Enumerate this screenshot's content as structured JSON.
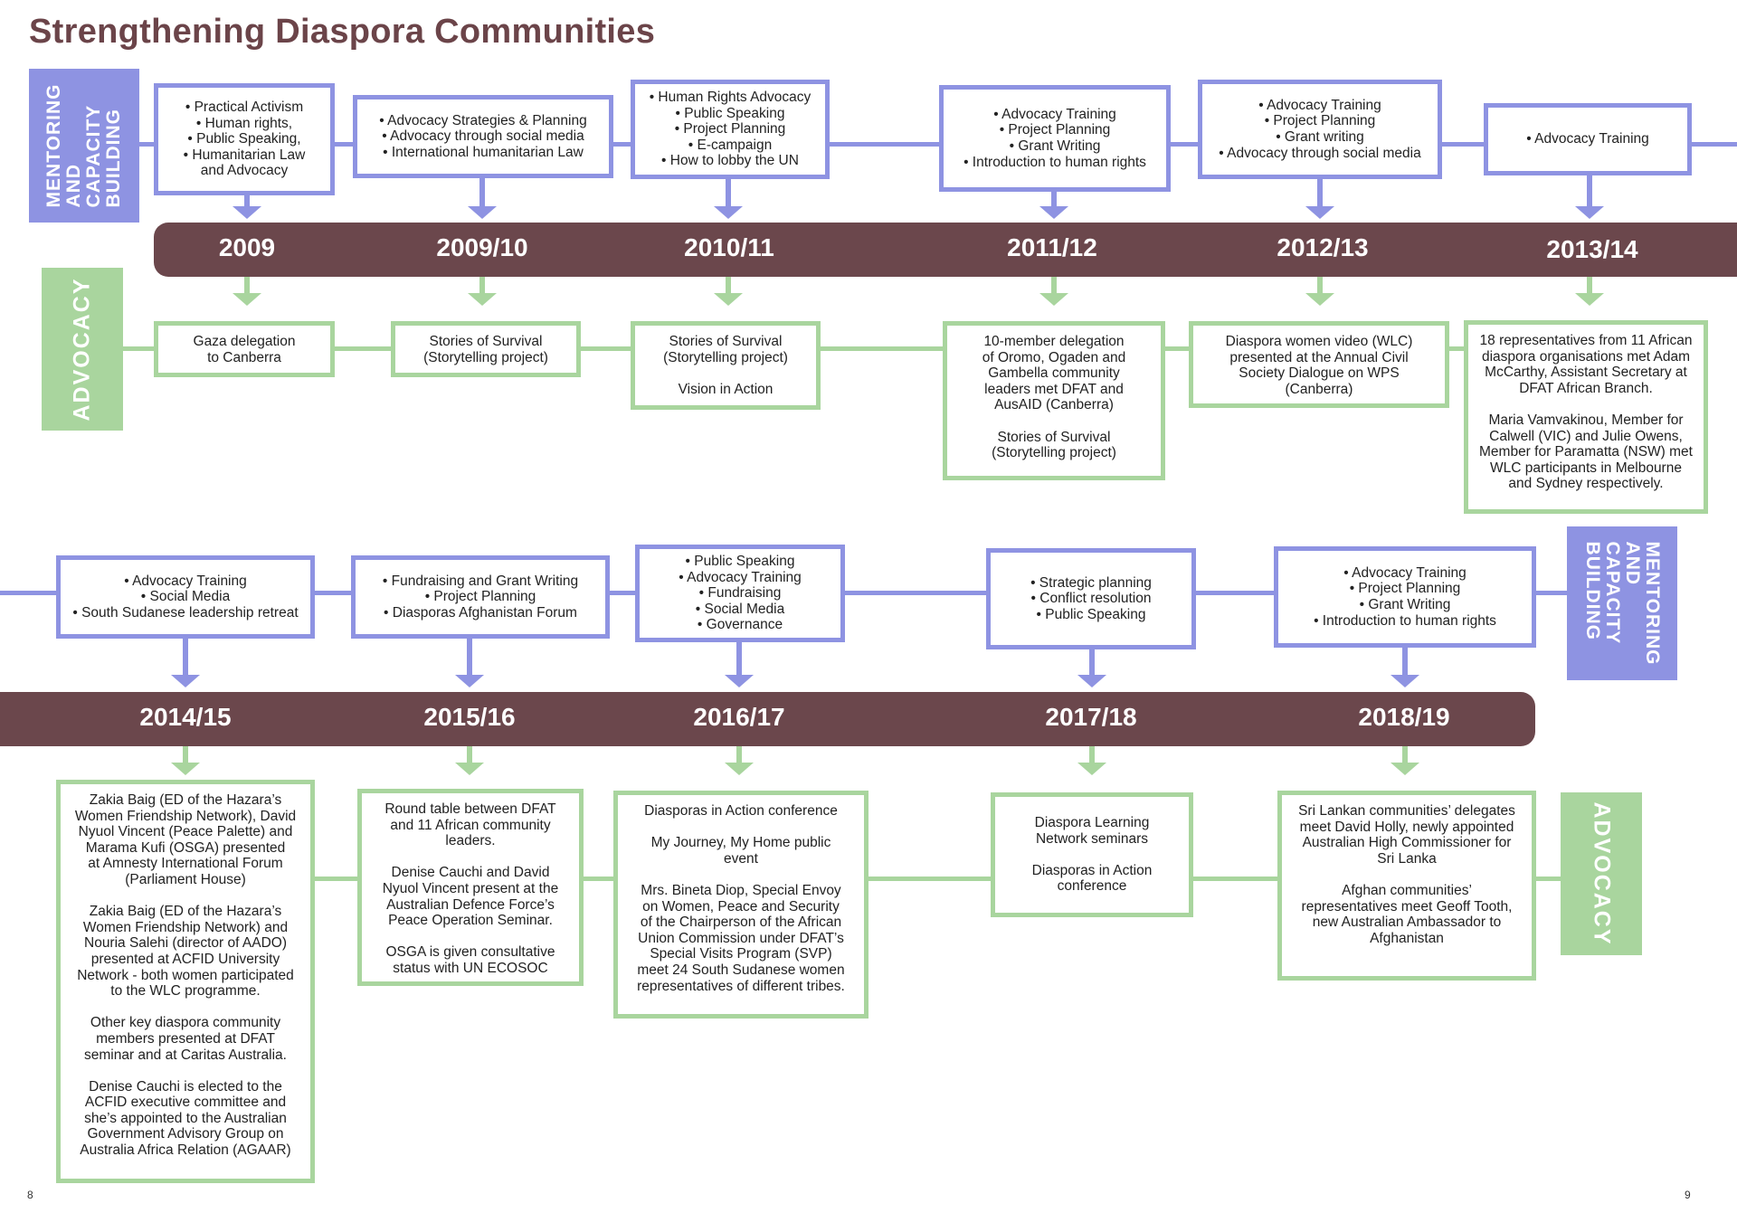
{
  "title": "Strengthening Diaspora Communities",
  "side_labels": {
    "mentoring": "MENTORING\nAND\nCAPACITY\nBUILDING",
    "advocacy": "ADVOCACY"
  },
  "colors": {
    "mentoring": "#8e93e2",
    "advocacy": "#a9d59e",
    "band": "#6b474c",
    "title": "#6b4449"
  },
  "row1": {
    "years": [
      "2009",
      "2009/10",
      "2010/11",
      "2011/12",
      "2012/13",
      "2013/14"
    ],
    "mentoring": [
      "• Practical Activism\n• Human rights,\n• Public Speaking,\n• Humanitarian Law\nand Advocacy",
      "• Advocacy Strategies & Planning\n• Advocacy through social media\n• International humanitarian Law",
      "• Human Rights Advocacy\n• Public Speaking\n• Project Planning\n• E-campaign\n• How to lobby the UN",
      "• Advocacy Training\n• Project Planning\n• Grant Writing\n• Introduction to human rights",
      "• Advocacy Training\n• Project Planning\n• Grant writing\n• Advocacy through social media",
      "• Advocacy Training"
    ],
    "advocacy": [
      "Gaza delegation\nto Canberra",
      "Stories of Survival\n(Storytelling project)",
      "Stories of Survival\n(Storytelling project)\n\nVision in Action",
      "10-member delegation\nof Oromo, Ogaden and\nGambella community\nleaders met DFAT and\nAusAID (Canberra)\n\nStories of Survival\n(Storytelling project)",
      "Diaspora women video (WLC)\npresented at the Annual Civil\nSociety Dialogue on WPS\n(Canberra)",
      "18 representatives from 11 African\ndiaspora organisations met Adam\nMcCarthy, Assistant Secretary at\nDFAT African Branch.\n\nMaria Vamvakinou, Member for\nCalwell (VIC) and Julie Owens,\nMember for Paramatta (NSW) met\nWLC participants in Melbourne\nand Sydney respectively."
    ]
  },
  "row2": {
    "years": [
      "2014/15",
      "2015/16",
      "2016/17",
      "2017/18",
      "2018/19"
    ],
    "mentoring": [
      "• Advocacy Training\n• Social Media\n• South Sudanese leadership retreat",
      "• Fundraising and Grant Writing\n• Project Planning\n• Diasporas Afghanistan Forum",
      "• Public Speaking\n• Advocacy Training\n• Fundraising\n• Social Media\n• Governance",
      "• Strategic planning\n• Conflict resolution\n• Public Speaking",
      "• Advocacy Training\n• Project Planning\n• Grant Writing\n• Introduction to human rights"
    ],
    "advocacy": [
      "Zakia Baig (ED of the Hazara’s\nWomen Friendship Network), David\nNyuol Vincent (Peace Palette) and\nMarama Kufi (OSGA) presented\nat Amnesty International Forum\n(Parliament House)\n\nZakia Baig (ED of the Hazara’s\nWomen Friendship Network) and\nNouria Salehi (director of AADO)\npresented at ACFID University\nNetwork - both women participated\nto the WLC programme.\n\nOther key diaspora community\nmembers presented at DFAT\nseminar and at Caritas Australia.\n\nDenise Cauchi is elected to the\nACFID executive committee and\nshe’s appointed to the Australian\nGovernment Advisory Group on\nAustralia Africa Relation (AGAAR)",
      "Round table between DFAT\nand 11 African community\nleaders.\n\nDenise Cauchi and David\nNyuol Vincent present at the\nAustralian Defence Force’s\nPeace Operation Seminar.\n\nOSGA is given consultative\nstatus with UN ECOSOC",
      "Diasporas in Action conference\n\nMy Journey, My Home public\nevent\n\nMrs. Bineta Diop, Special Envoy\non Women, Peace and Security\nof the Chairperson of the African\nUnion Commission under DFAT’s\nSpecial Visits Program (SVP)\nmeet 24 South Sudanese women\nrepresentatives of different tribes.",
      "Diaspora Learning\nNetwork seminars\n\nDiasporas in Action\nconference",
      "Sri Lankan communities’ delegates\nmeet David Holly, newly appointed\nAustralian High Commissioner for\nSri Lanka\n\nAfghan communities’\nrepresentatives meet Geoff Tooth,\nnew Australian Ambassador to\nAfghanistan"
    ]
  },
  "page_numbers": {
    "left": "8",
    "right": "9"
  }
}
